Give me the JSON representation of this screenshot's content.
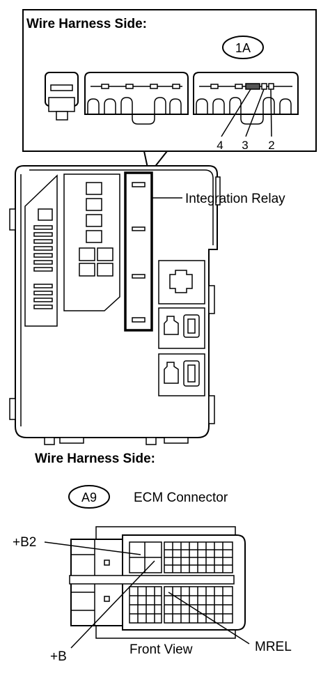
{
  "top_panel": {
    "heading": "Wire Harness Side:",
    "connector_code": "1A",
    "pins": [
      "4",
      "3",
      "2"
    ]
  },
  "relay_block": {
    "callout": "Integration Relay"
  },
  "bottom_panel": {
    "heading": "Wire Harness Side:",
    "connector_code": "A9",
    "connector_name": "ECM Connector",
    "view_label": "Front View",
    "terminals": {
      "b2": "+B2",
      "b": "+B",
      "mrel": "MREL"
    }
  }
}
